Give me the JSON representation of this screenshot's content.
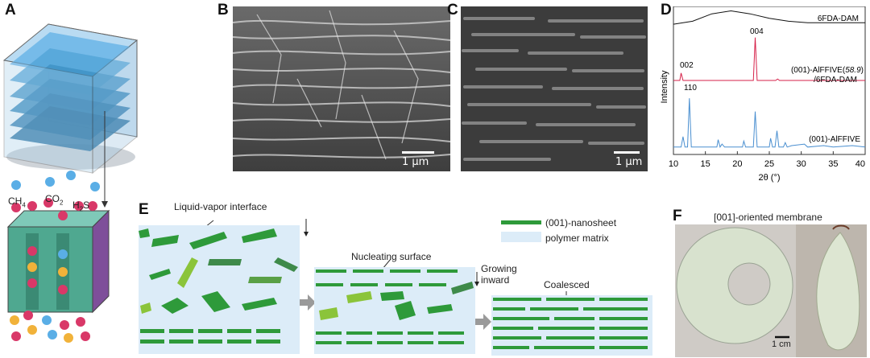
{
  "panels": {
    "a": "A",
    "b": "B",
    "c": "C",
    "d": "D",
    "e": "E",
    "f": "F"
  },
  "panel_a": {
    "molecules": [
      "CH",
      "4",
      "CO",
      "2",
      "H",
      "2",
      "S"
    ]
  },
  "panel_b": {
    "scale_label": "1 μm"
  },
  "panel_c": {
    "scale_label": "1 μm"
  },
  "panel_d": {
    "xlabel": "2θ (°)",
    "ylabel": "Intensity",
    "xticks": [
      "10",
      "15",
      "20",
      "25",
      "30",
      "35",
      "40"
    ],
    "trace_labels": {
      "top": "6FDA-DAM",
      "middle_line1a": "(001)-AlFFIVE(",
      "middle_line1b": "58.9",
      "middle_line1c": ")",
      "middle_line2": "/6FDA-DAM",
      "bottom": "(001)-AlFFIVE"
    },
    "peak_labels": {
      "p002": "002",
      "p004": "004",
      "p110": "110"
    },
    "colors": {
      "top": "#111111",
      "middle": "#d6224a",
      "bottom": "#4a8fd0"
    }
  },
  "chart_data": {
    "type": "line",
    "xlabel": "2θ (°)",
    "ylabel": "Intensity",
    "xlim": [
      10,
      40
    ],
    "series": [
      {
        "name": "6FDA-DAM",
        "x": [
          10,
          13,
          16,
          19,
          22,
          25,
          28,
          31,
          34,
          37,
          40
        ],
        "y": [
          0.88,
          0.9,
          0.95,
          0.97,
          0.95,
          0.92,
          0.9,
          0.89,
          0.89,
          0.89,
          0.89
        ]
      },
      {
        "name": "(001)-AlFFIVE(58.9)/6FDA-DAM",
        "x": [
          10,
          11.0,
          11.2,
          11.5,
          12,
          18,
          22.5,
          22.8,
          23.1,
          24,
          26,
          26.3,
          26.6,
          30,
          35,
          40
        ],
        "y": [
          0.5,
          0.5,
          0.55,
          0.5,
          0.5,
          0.5,
          0.5,
          0.79,
          0.5,
          0.5,
          0.5,
          0.51,
          0.5,
          0.5,
          0.5,
          0.5
        ]
      },
      {
        "name": "(001)-AlFFIVE",
        "x": [
          10,
          11.2,
          11.5,
          11.8,
          12.2,
          12.5,
          12.8,
          14,
          16.8,
          17.0,
          17.3,
          17.6,
          18,
          20.8,
          21.0,
          21.3,
          22.5,
          22.8,
          23.1,
          25.0,
          25.2,
          25.5,
          25.9,
          26.2,
          26.5,
          27.2,
          27.5,
          27.8,
          28.5,
          30.5,
          31,
          33.5,
          35,
          38,
          40
        ],
        "y": [
          0.05,
          0.05,
          0.12,
          0.05,
          0.05,
          0.38,
          0.05,
          0.05,
          0.05,
          0.1,
          0.05,
          0.07,
          0.05,
          0.05,
          0.09,
          0.05,
          0.05,
          0.29,
          0.05,
          0.05,
          0.11,
          0.05,
          0.05,
          0.16,
          0.05,
          0.05,
          0.08,
          0.05,
          0.06,
          0.07,
          0.05,
          0.06,
          0.05,
          0.06,
          0.05
        ]
      }
    ]
  },
  "panel_e": {
    "liquid_vapor": "Liquid-vapor interface",
    "nucleating": "Nucleating surface",
    "growing_l1": "Growing",
    "growing_l2": "inward",
    "coalesced": "Coalesced",
    "legend_nanosheet": "(001)-nanosheet",
    "legend_polymer": "polymer matrix",
    "colors": {
      "sheet": "#2e9a3a",
      "polymer": "#dcecf8"
    }
  },
  "panel_f": {
    "title": "[001]-oriented membrane",
    "scale_label": "1 cm"
  }
}
